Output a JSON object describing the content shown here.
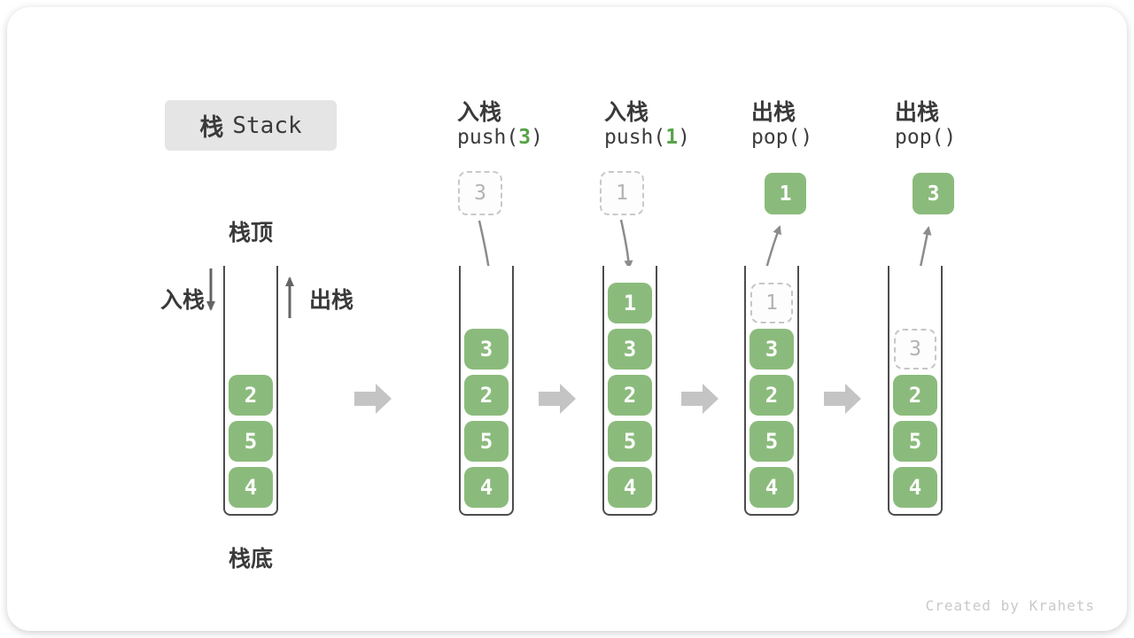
{
  "title": {
    "zh": "栈",
    "en": "Stack"
  },
  "labels": {
    "top": "栈顶",
    "bottom": "栈底",
    "push": "入栈",
    "pop": "出栈"
  },
  "columns": {
    "push3": {
      "action": "入栈",
      "code_pre": "push(",
      "arg": "3",
      "code_post": ")",
      "float": "3"
    },
    "push1": {
      "action": "入栈",
      "code_pre": "push(",
      "arg": "1",
      "code_post": ")",
      "float": "1"
    },
    "pop1": {
      "action": "出栈",
      "code": "pop()",
      "float": "1"
    },
    "pop3": {
      "action": "出栈",
      "code": "pop()",
      "float": "3"
    }
  },
  "stacks": {
    "initial": {
      "values": [
        "2",
        "5",
        "4"
      ]
    },
    "after_push3": {
      "values": [
        "3",
        "2",
        "5",
        "4"
      ]
    },
    "after_push1": {
      "values": [
        "1",
        "3",
        "2",
        "5",
        "4"
      ]
    },
    "after_pop1": {
      "ghost": "1",
      "values": [
        "3",
        "2",
        "5",
        "4"
      ]
    },
    "after_pop3": {
      "ghost": "3",
      "values": [
        "2",
        "5",
        "4"
      ]
    }
  },
  "credit": "Created by Krahets",
  "colors": {
    "box_fill": "#8bbb7c",
    "code_highlight": "#56a349",
    "title_bg": "#e5e5e5",
    "container_wall": "#4d4d4d",
    "flow_arrow": "#c4c4c4",
    "curve_arrow": "#8c8c8c",
    "straight_arrow": "#646464",
    "ghost_border": "#c9c9c9",
    "ghost_text": "#b3b3b3",
    "credit_text": "#c9c9c9"
  }
}
